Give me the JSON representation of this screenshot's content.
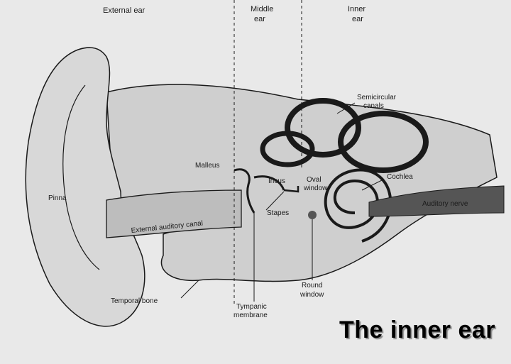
{
  "headers": {
    "external": "External ear",
    "middle_1": "Middle",
    "middle_2": "ear",
    "inner_1": "Inner",
    "inner_2": "ear"
  },
  "labels": {
    "pinna": "Pinna",
    "malleus": "Malleus",
    "incus": "Incus",
    "oval_1": "Oval",
    "oval_2": "window",
    "stapes": "Stapes",
    "semicircular_1": "Semicircular",
    "semicircular_2": "canals",
    "cochlea": "Cochlea",
    "auditory_nerve": "Auditory nerve",
    "external_canal": "External auditory canal",
    "temporal_bone": "Temporal bone",
    "tympanic_1": "Tympanic",
    "tympanic_2": "membrane",
    "round_1": "Round",
    "round_2": "window"
  },
  "caption": "The inner ear",
  "colors": {
    "background": "#e9e9e9",
    "bone": "#cfcfcf",
    "line": "#1a1a1a"
  }
}
